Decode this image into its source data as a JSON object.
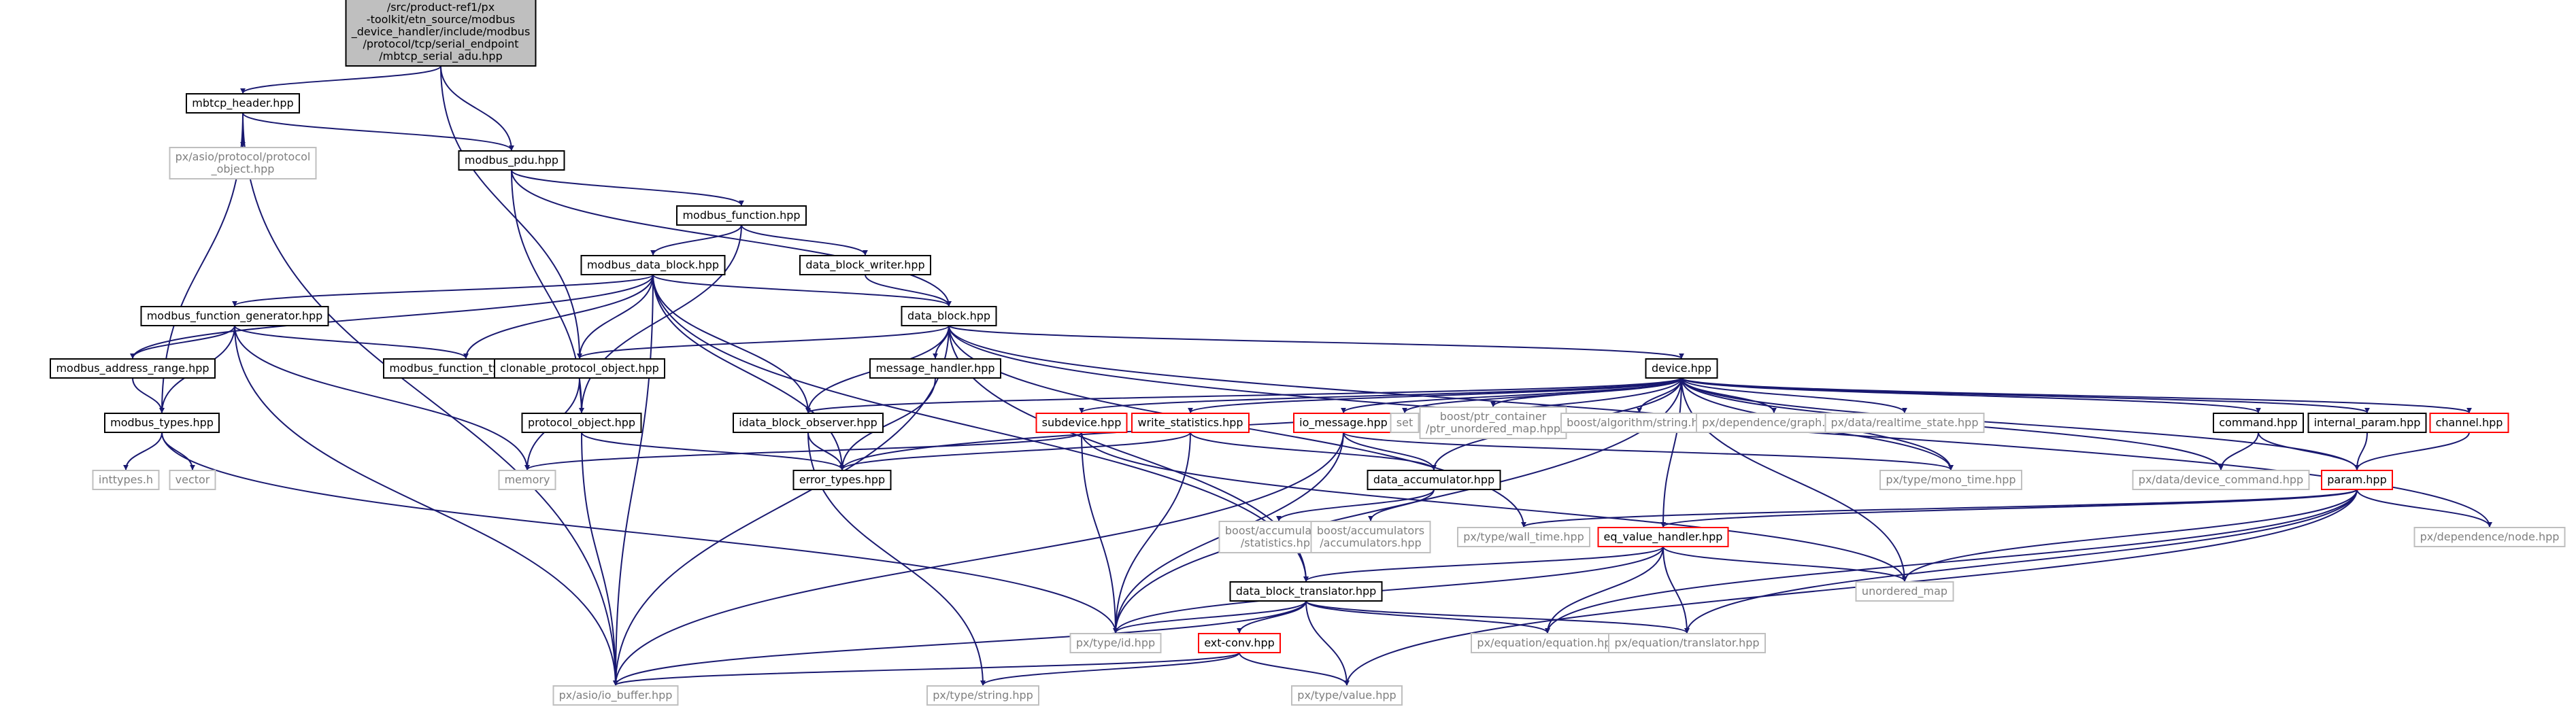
{
  "diagram": {
    "colors": {
      "edge": "#191970",
      "box_black": "#000000",
      "box_red": "#ff0000",
      "box_gray": "#bfbfbf",
      "root_fill": "#bfbfbf",
      "text_black": "#000000",
      "text_gray": "#7f7f7f"
    },
    "nodes": [
      {
        "id": "root",
        "lines": [
          "/src/product-ref1/px",
          "-toolkit/etn_source/modbus",
          "_device_handler/include/modbus",
          "/protocol/tcp/serial_endpoint",
          "/mbtcp_serial_adu.hpp"
        ],
        "style": "root"
      },
      {
        "id": "mbtcp_header",
        "lines": [
          "mbtcp_header.hpp"
        ],
        "style": "black"
      },
      {
        "id": "asio_protocol_object",
        "lines": [
          "px/asio/protocol/protocol",
          "_object.hpp"
        ],
        "style": "gray"
      },
      {
        "id": "modbus_pdu",
        "lines": [
          "modbus_pdu.hpp"
        ],
        "style": "black"
      },
      {
        "id": "modbus_function",
        "lines": [
          "modbus_function.hpp"
        ],
        "style": "black"
      },
      {
        "id": "modbus_data_block",
        "lines": [
          "modbus_data_block.hpp"
        ],
        "style": "black"
      },
      {
        "id": "data_block_writer",
        "lines": [
          "data_block_writer.hpp"
        ],
        "style": "black"
      },
      {
        "id": "modbus_function_generator",
        "lines": [
          "modbus_function_generator.hpp"
        ],
        "style": "black"
      },
      {
        "id": "data_block",
        "lines": [
          "data_block.hpp"
        ],
        "style": "black"
      },
      {
        "id": "modbus_address_range",
        "lines": [
          "modbus_address_range.hpp"
        ],
        "style": "black"
      },
      {
        "id": "modbus_function_types",
        "lines": [
          "modbus_function_types.hpp"
        ],
        "style": "black"
      },
      {
        "id": "clonable_protocol_object",
        "lines": [
          "clonable_protocol_object.hpp"
        ],
        "style": "black"
      },
      {
        "id": "message_handler",
        "lines": [
          "message_handler.hpp"
        ],
        "style": "black"
      },
      {
        "id": "device",
        "lines": [
          "device.hpp"
        ],
        "style": "black"
      },
      {
        "id": "modbus_types",
        "lines": [
          "modbus_types.hpp"
        ],
        "style": "black"
      },
      {
        "id": "protocol_object",
        "lines": [
          "protocol_object.hpp"
        ],
        "style": "black"
      },
      {
        "id": "idata_block_observer",
        "lines": [
          "idata_block_observer.hpp"
        ],
        "style": "black"
      },
      {
        "id": "subdevice",
        "lines": [
          "subdevice.hpp"
        ],
        "style": "red"
      },
      {
        "id": "write_statistics",
        "lines": [
          "write_statistics.hpp"
        ],
        "style": "red"
      },
      {
        "id": "io_message",
        "lines": [
          "io_message.hpp"
        ],
        "style": "red"
      },
      {
        "id": "set",
        "lines": [
          "set"
        ],
        "style": "gray"
      },
      {
        "id": "ptr_unordered_map",
        "lines": [
          "boost/ptr_container",
          "/ptr_unordered_map.hpp"
        ],
        "style": "gray"
      },
      {
        "id": "algorithm_string",
        "lines": [
          "boost/algorithm/string.hpp"
        ],
        "style": "gray"
      },
      {
        "id": "dependence_graph",
        "lines": [
          "px/dependence/graph.hpp"
        ],
        "style": "gray"
      },
      {
        "id": "realtime_state",
        "lines": [
          "px/data/realtime_state.hpp"
        ],
        "style": "gray"
      },
      {
        "id": "command",
        "lines": [
          "command.hpp"
        ],
        "style": "black"
      },
      {
        "id": "internal_param",
        "lines": [
          "internal_param.hpp"
        ],
        "style": "black"
      },
      {
        "id": "channel",
        "lines": [
          "channel.hpp"
        ],
        "style": "red"
      },
      {
        "id": "inttypes",
        "lines": [
          "inttypes.h"
        ],
        "style": "gray"
      },
      {
        "id": "vector",
        "lines": [
          "vector"
        ],
        "style": "gray"
      },
      {
        "id": "memory",
        "lines": [
          "memory"
        ],
        "style": "gray"
      },
      {
        "id": "error_types",
        "lines": [
          "error_types.hpp"
        ],
        "style": "black"
      },
      {
        "id": "data_accumulator",
        "lines": [
          "data_accumulator.hpp"
        ],
        "style": "black"
      },
      {
        "id": "mono_time",
        "lines": [
          "px/type/mono_time.hpp"
        ],
        "style": "gray"
      },
      {
        "id": "device_command",
        "lines": [
          "px/data/device_command.hpp"
        ],
        "style": "gray"
      },
      {
        "id": "param",
        "lines": [
          "param.hpp"
        ],
        "style": "red"
      },
      {
        "id": "acc_statistics",
        "lines": [
          "boost/accumulators",
          "/statistics.hpp"
        ],
        "style": "gray"
      },
      {
        "id": "acc_accumulators",
        "lines": [
          "boost/accumulators",
          "/accumulators.hpp"
        ],
        "style": "gray"
      },
      {
        "id": "wall_time",
        "lines": [
          "px/type/wall_time.hpp"
        ],
        "style": "gray"
      },
      {
        "id": "eq_value_handler",
        "lines": [
          "eq_value_handler.hpp"
        ],
        "style": "red"
      },
      {
        "id": "dependence_node",
        "lines": [
          "px/dependence/node.hpp"
        ],
        "style": "gray"
      },
      {
        "id": "unordered_map",
        "lines": [
          "unordered_map"
        ],
        "style": "gray"
      },
      {
        "id": "data_block_translator",
        "lines": [
          "data_block_translator.hpp"
        ],
        "style": "black"
      },
      {
        "id": "type_id",
        "lines": [
          "px/type/id.hpp"
        ],
        "style": "gray"
      },
      {
        "id": "equation",
        "lines": [
          "px/equation/equation.hpp"
        ],
        "style": "gray"
      },
      {
        "id": "translator",
        "lines": [
          "px/equation/translator.hpp"
        ],
        "style": "gray"
      },
      {
        "id": "ext_conv",
        "lines": [
          "ext-conv.hpp"
        ],
        "style": "red"
      },
      {
        "id": "io_buffer",
        "lines": [
          "px/asio/io_buffer.hpp"
        ],
        "style": "gray"
      },
      {
        "id": "type_string",
        "lines": [
          "px/type/string.hpp"
        ],
        "style": "gray"
      },
      {
        "id": "type_value",
        "lines": [
          "px/type/value.hpp"
        ],
        "style": "gray"
      }
    ],
    "edges": [
      [
        "root",
        "mbtcp_header"
      ],
      [
        "root",
        "modbus_pdu"
      ],
      [
        "root",
        "clonable_protocol_object"
      ],
      [
        "mbtcp_header",
        "asio_protocol_object"
      ],
      [
        "mbtcp_header",
        "modbus_pdu"
      ],
      [
        "mbtcp_header",
        "modbus_types"
      ],
      [
        "mbtcp_header",
        "io_buffer"
      ],
      [
        "modbus_pdu",
        "modbus_function"
      ],
      [
        "modbus_pdu",
        "data_block"
      ],
      [
        "modbus_pdu",
        "protocol_object"
      ],
      [
        "modbus_function",
        "modbus_data_block"
      ],
      [
        "modbus_function",
        "data_block_writer"
      ],
      [
        "modbus_function",
        "protocol_object"
      ],
      [
        "modbus_data_block",
        "modbus_function_generator"
      ],
      [
        "modbus_data_block",
        "data_block"
      ],
      [
        "modbus_data_block",
        "modbus_address_range"
      ],
      [
        "modbus_data_block",
        "modbus_function_types"
      ],
      [
        "modbus_data_block",
        "clonable_protocol_object"
      ],
      [
        "modbus_data_block",
        "idata_block_observer"
      ],
      [
        "modbus_data_block",
        "error_types"
      ],
      [
        "modbus_data_block",
        "data_block_translator"
      ],
      [
        "modbus_data_block",
        "io_buffer"
      ],
      [
        "data_block_writer",
        "data_block"
      ],
      [
        "modbus_function_generator",
        "modbus_address_range"
      ],
      [
        "modbus_function_generator",
        "modbus_function_types"
      ],
      [
        "modbus_function_generator",
        "modbus_types"
      ],
      [
        "modbus_function_generator",
        "memory"
      ],
      [
        "modbus_function_generator",
        "io_buffer"
      ],
      [
        "data_block",
        "clonable_protocol_object"
      ],
      [
        "data_block",
        "message_handler"
      ],
      [
        "data_block",
        "device"
      ],
      [
        "data_block",
        "idata_block_observer"
      ],
      [
        "data_block",
        "data_block_translator"
      ],
      [
        "data_block",
        "wall_time"
      ],
      [
        "data_block",
        "mono_time"
      ],
      [
        "data_block",
        "dependence_node"
      ],
      [
        "data_block",
        "io_buffer"
      ],
      [
        "modbus_address_range",
        "modbus_types"
      ],
      [
        "clonable_protocol_object",
        "protocol_object"
      ],
      [
        "clonable_protocol_object",
        "memory"
      ],
      [
        "message_handler",
        "error_types"
      ],
      [
        "device",
        "idata_block_observer"
      ],
      [
        "device",
        "subdevice"
      ],
      [
        "device",
        "write_statistics"
      ],
      [
        "device",
        "io_message"
      ],
      [
        "device",
        "set"
      ],
      [
        "device",
        "ptr_unordered_map"
      ],
      [
        "device",
        "algorithm_string"
      ],
      [
        "device",
        "dependence_graph"
      ],
      [
        "device",
        "realtime_state"
      ],
      [
        "device",
        "command"
      ],
      [
        "device",
        "internal_param"
      ],
      [
        "device",
        "channel"
      ],
      [
        "device",
        "data_accumulator"
      ],
      [
        "device",
        "mono_time"
      ],
      [
        "device",
        "device_command"
      ],
      [
        "device",
        "param"
      ],
      [
        "device",
        "eq_value_handler"
      ],
      [
        "device",
        "unordered_map"
      ],
      [
        "device",
        "error_types"
      ],
      [
        "device",
        "type_id"
      ],
      [
        "modbus_types",
        "inttypes"
      ],
      [
        "modbus_types",
        "vector"
      ],
      [
        "modbus_types",
        "type_id"
      ],
      [
        "protocol_object",
        "error_types"
      ],
      [
        "protocol_object",
        "io_buffer"
      ],
      [
        "idata_block_observer",
        "error_types"
      ],
      [
        "idata_block_observer",
        "type_string"
      ],
      [
        "subdevice",
        "memory"
      ],
      [
        "subdevice",
        "unordered_map"
      ],
      [
        "subdevice",
        "type_id"
      ],
      [
        "write_statistics",
        "error_types"
      ],
      [
        "write_statistics",
        "data_accumulator"
      ],
      [
        "write_statistics",
        "type_id"
      ],
      [
        "io_message",
        "data_accumulator"
      ],
      [
        "io_message",
        "mono_time"
      ],
      [
        "io_message",
        "type_id"
      ],
      [
        "io_message",
        "io_buffer"
      ],
      [
        "command",
        "device_command"
      ],
      [
        "command",
        "param"
      ],
      [
        "internal_param",
        "param"
      ],
      [
        "channel",
        "param"
      ],
      [
        "data_accumulator",
        "acc_statistics"
      ],
      [
        "data_accumulator",
        "acc_accumulators"
      ],
      [
        "param",
        "wall_time"
      ],
      [
        "param",
        "eq_value_handler"
      ],
      [
        "param",
        "dependence_node"
      ],
      [
        "param",
        "unordered_map"
      ],
      [
        "param",
        "translator"
      ],
      [
        "param",
        "equation"
      ],
      [
        "param",
        "type_value"
      ],
      [
        "eq_value_handler",
        "data_block_translator"
      ],
      [
        "eq_value_handler",
        "unordered_map"
      ],
      [
        "eq_value_handler",
        "type_id"
      ],
      [
        "eq_value_handler",
        "equation"
      ],
      [
        "eq_value_handler",
        "translator"
      ],
      [
        "data_block_translator",
        "type_id"
      ],
      [
        "data_block_translator",
        "ext_conv"
      ],
      [
        "data_block_translator",
        "equation"
      ],
      [
        "data_block_translator",
        "translator"
      ],
      [
        "data_block_translator",
        "type_value"
      ],
      [
        "data_block_translator",
        "io_buffer"
      ],
      [
        "ext_conv",
        "io_buffer"
      ],
      [
        "ext_conv",
        "type_string"
      ],
      [
        "ext_conv",
        "type_value"
      ]
    ]
  }
}
